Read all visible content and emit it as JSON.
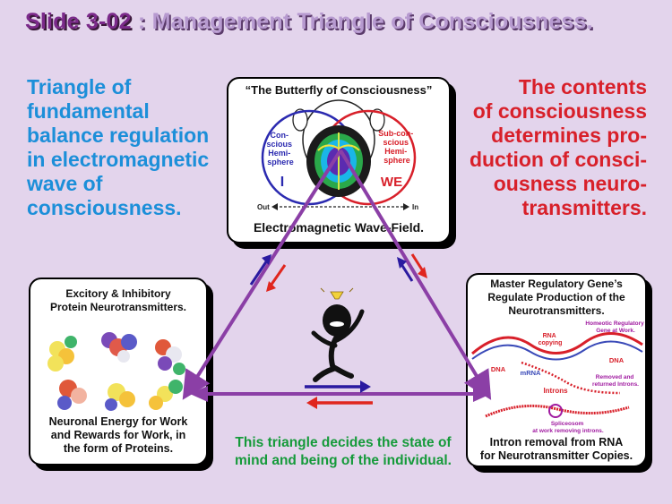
{
  "title": {
    "number": "Slide 3-02",
    "separator": " : ",
    "text": "Management Triangle of Consciousness."
  },
  "left_text": [
    "Triangle of",
    "fundamental",
    "balance regulation",
    "in electromagnetic",
    "wave of",
    "consciousness."
  ],
  "right_text": [
    "The contents",
    "of consciousness",
    "determines pro-",
    "duction of consci-",
    "ousness neuro-",
    "transmitters."
  ],
  "top_card": {
    "title": "“The Butterfly of Consciousness”",
    "left_label": [
      "Con-",
      "scious",
      "Hemi-",
      "sphere"
    ],
    "left_letter": "I",
    "right_label": [
      "Sub-con-",
      "scious",
      "Hemi-",
      "sphere"
    ],
    "right_letter": "WE",
    "out_label": "Out",
    "in_label": "In",
    "caption": "Electromagnetic Wave-Field."
  },
  "left_card": {
    "title": [
      "Excitory & Inhibitory",
      "Protein Neurotransmitters."
    ],
    "caption": [
      "Neuronal Energy for Work",
      "and Rewards for Work, in",
      "the form of Proteins."
    ]
  },
  "right_card": {
    "title": [
      "Master Regulatory Gene’s",
      "Regulate Production of the",
      "Neurotransmitters."
    ],
    "labels": {
      "homeotic": [
        "Homeotic Regulatory",
        "Gene at Work."
      ],
      "rna_copying": [
        "RNA",
        "copying"
      ],
      "dna_left": "DNA",
      "dna_right": "DNA",
      "mrna": "mRNA",
      "introns": "Introns",
      "removed": [
        "Removed and",
        "returned Introns."
      ],
      "spliceosom": [
        "Spliceosom",
        "at work removing introns."
      ]
    },
    "caption": [
      "Intron removal from RNA",
      "for Neurotransmitter Copies."
    ]
  },
  "bottom_note": [
    "This triangle decides the state of",
    "mind and being of the individual."
  ],
  "colors": {
    "blue_text": "#1c8fd9",
    "red_text": "#d8202a",
    "green_text": "#159a3a",
    "triangle": "#8b3fa6",
    "arrow_blue": "#2a1aa0",
    "arrow_red": "#e0261e"
  }
}
